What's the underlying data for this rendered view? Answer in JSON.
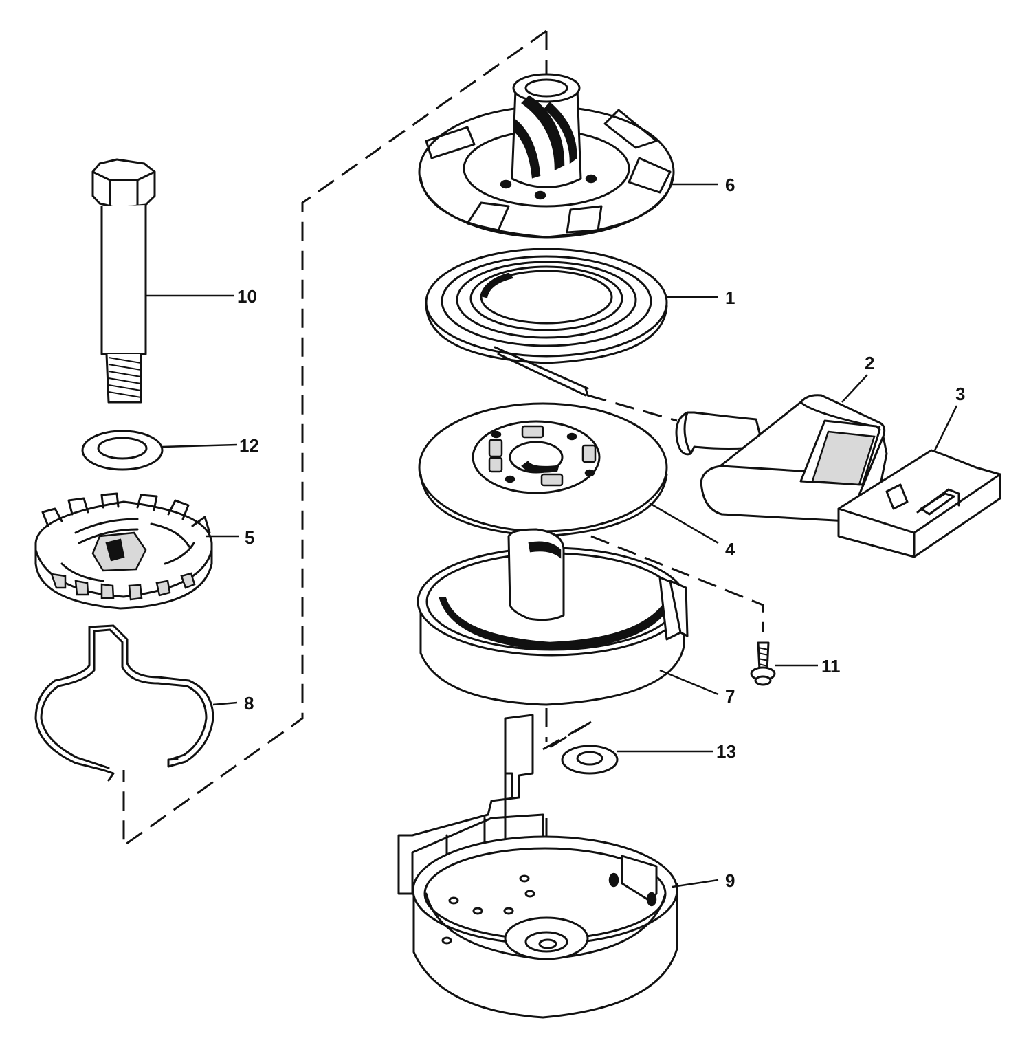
{
  "callouts": [
    {
      "id": "6",
      "text": "6"
    },
    {
      "id": "10",
      "text": "10"
    },
    {
      "id": "1",
      "text": "1"
    },
    {
      "id": "2",
      "text": "2"
    },
    {
      "id": "3",
      "text": "3"
    },
    {
      "id": "12",
      "text": "12"
    },
    {
      "id": "5",
      "text": "5"
    },
    {
      "id": "4",
      "text": "4"
    },
    {
      "id": "11",
      "text": "11"
    },
    {
      "id": "8",
      "text": "8"
    },
    {
      "id": "7",
      "text": "7"
    },
    {
      "id": "13",
      "text": "13"
    },
    {
      "id": "9",
      "text": "9"
    }
  ],
  "colors": {
    "line": "#111111",
    "background": "#ffffff",
    "shade": "#d9d9d9"
  }
}
